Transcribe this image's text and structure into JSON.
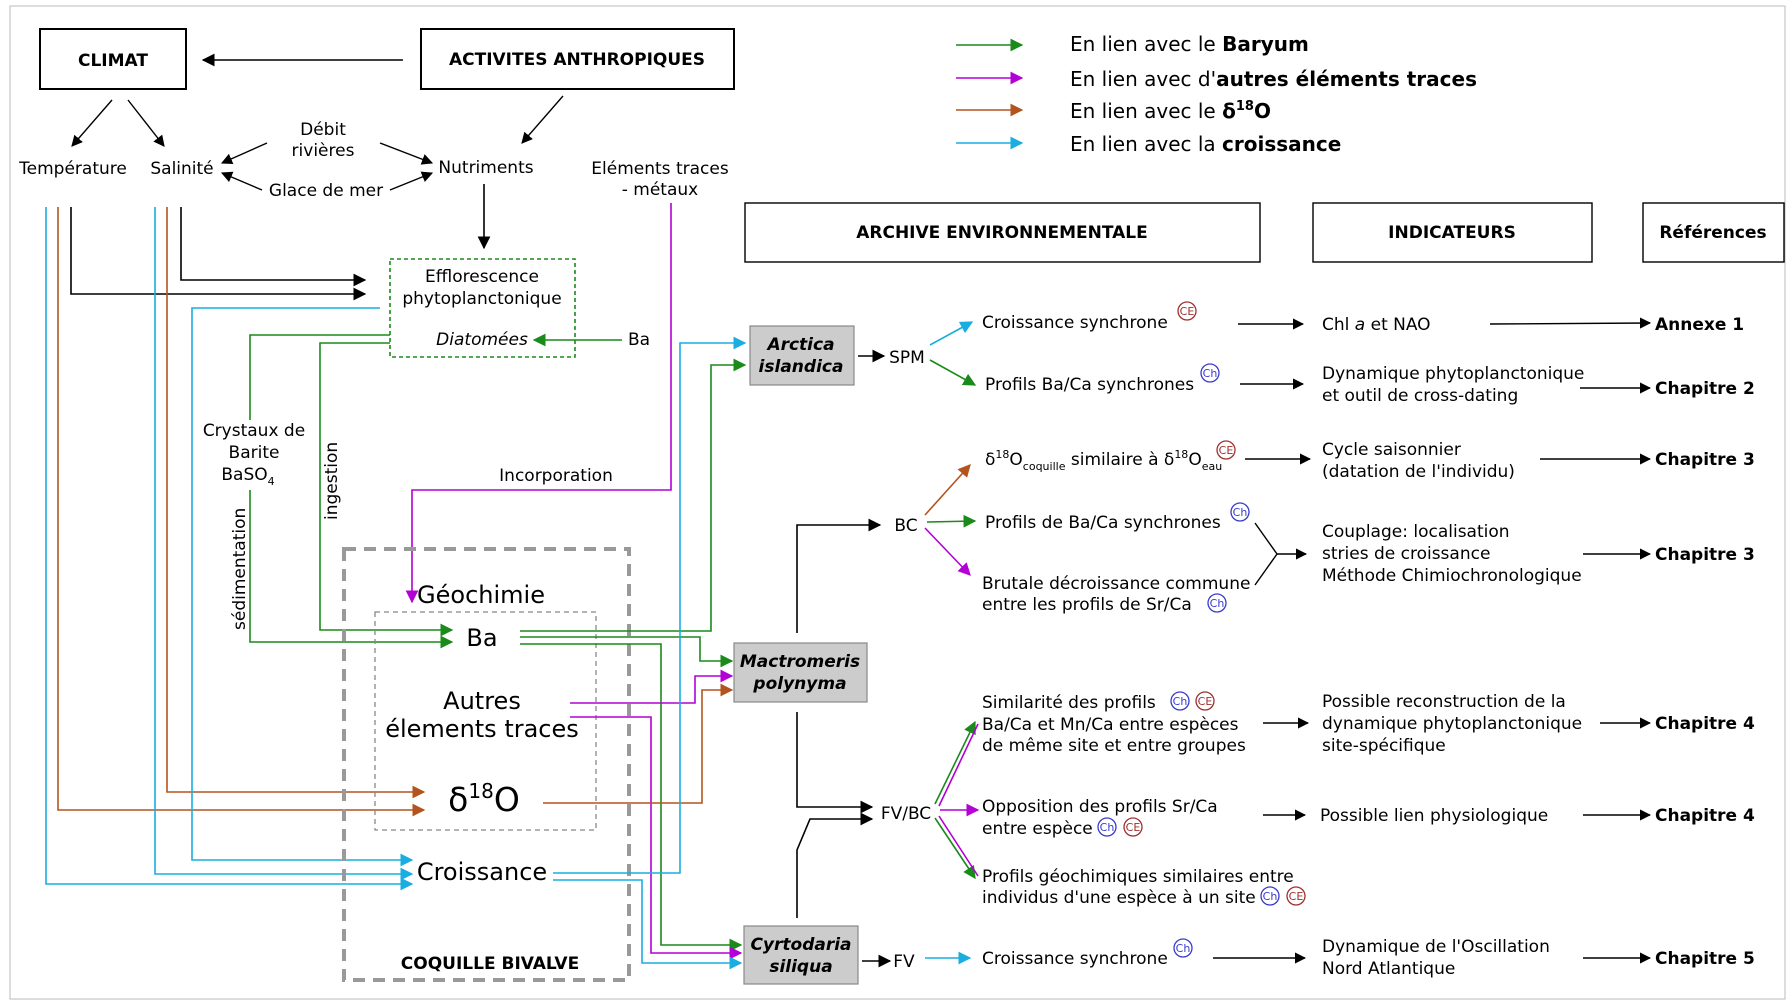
{
  "colors": {
    "barium": "#1a8a1a",
    "traces": "#b300d6",
    "delta18o": "#b3541e",
    "croissance": "#1aaee0",
    "black": "#000000",
    "archive_fill": "#cccccc"
  },
  "legend": {
    "barium": {
      "prefix": "En lien avec le ",
      "bold": "Baryum"
    },
    "traces": {
      "prefix": "En lien avec d'",
      "bold": "autres éléments traces"
    },
    "delta18o": {
      "prefix": "En lien avec le ",
      "bold_delta": "δ",
      "bold_sup": "18",
      "bold_after": "O"
    },
    "croissance": {
      "prefix": "En lien avec la ",
      "bold": "croissance"
    }
  },
  "drivers": {
    "climat": "CLIMAT",
    "activites": "ACTIVITES ANTHROPIQUES",
    "temperature": "Température",
    "salinite": "Salinité",
    "debit_line1": "Débit",
    "debit_line2": "rivières",
    "glace": "Glace de mer",
    "nutriments": "Nutriments",
    "elements_line1": "Eléments traces",
    "elements_line2": "- métaux"
  },
  "bloom": {
    "line1": "Efflorescence",
    "line2": "phytoplanctonique",
    "diatomees": "Diatomées",
    "ba": "Ba"
  },
  "pathways": {
    "barite_line1": "Crystaux de",
    "barite_line2": "Barite",
    "barite_line3": "BaSO",
    "barite_sub": "4",
    "sedimentation": "sédimentation",
    "ingestion": "ingestion",
    "incorporation": "Incorporation"
  },
  "shell": {
    "title": "COQUILLE BIVALVE",
    "geochimie": "Géochimie",
    "ba": "Ba",
    "autres_line1": "Autres",
    "autres_line2": "élements traces",
    "delta": "δ",
    "delta_sup": "18",
    "delta_after": "O",
    "croissance": "Croissance"
  },
  "headers": {
    "archive": "ARCHIVE ENVIRONNEMENTALE",
    "indicateurs": "INDICATEURS",
    "references": "Références"
  },
  "species": {
    "arctica_line1": "Arctica",
    "arctica_line2": "islandica",
    "mactromeris_line1": "Mactromeris",
    "mactromeris_line2": "polynyma",
    "cyrtodaria_line1": "Cyrtodaria",
    "cyrtodaria_line2": "siliqua"
  },
  "sites": {
    "spm": "SPM",
    "bc": "BC",
    "fvbc": "FV/BC",
    "fv": "FV"
  },
  "badges": {
    "ch": "Ch",
    "ce": "CE"
  },
  "results": {
    "r1": "Croissance synchrone",
    "r2": "Profils Ba/Ca synchrones",
    "r3_a": "δ",
    "r3_sup": "18",
    "r3_b": "O",
    "r3_sub1": "coquille",
    "r3_c": " similaire à ",
    "r3_d": "δ",
    "r3_sup2": "18",
    "r3_e": "O",
    "r3_sub2": "eau",
    "r4": "Profils de Ba/Ca synchrones",
    "r5_line1": "Brutale décroissance commune",
    "r5_line2": "entre les profils de Sr/Ca",
    "r6_line1": "Similarité des profils",
    "r6_line2": "Ba/Ca et Mn/Ca entre espèces",
    "r6_line3": "de même site et entre groupes",
    "r7_line1": "Opposition des profils Sr/Ca",
    "r7_line2": "entre espèce",
    "r8_line1": "Profils géochimiques similaires entre",
    "r8_line2": "individus d'une espèce à un site",
    "r9": "Croissance synchrone"
  },
  "indicators": {
    "i1_a": "Chl ",
    "i1_b": "a",
    "i1_c": " et NAO",
    "i2_line1": "Dynamique phytoplanctonique",
    "i2_line2": "et outil de cross-dating",
    "i3_line1": "Cycle saisonnier",
    "i3_line2": "(datation de l'individu)",
    "i4_line1": "Couplage: localisation",
    "i4_line2": "stries de croissance",
    "i4_line3": "Méthode Chimiochronologique",
    "i5_line1": "Possible reconstruction de la",
    "i5_line2": "dynamique phytoplanctonique",
    "i5_line3": "site-spécifique",
    "i6": "Possible lien physiologique",
    "i7_line1": "Dynamique de l'Oscillation",
    "i7_line2": "Nord Atlantique"
  },
  "references": {
    "ref1": "Annexe 1",
    "ref2": "Chapitre 2",
    "ref3": "Chapitre 3",
    "ref4": "Chapitre 3",
    "ref5": "Chapitre 4",
    "ref6": "Chapitre 4",
    "ref7": "Chapitre 5"
  }
}
